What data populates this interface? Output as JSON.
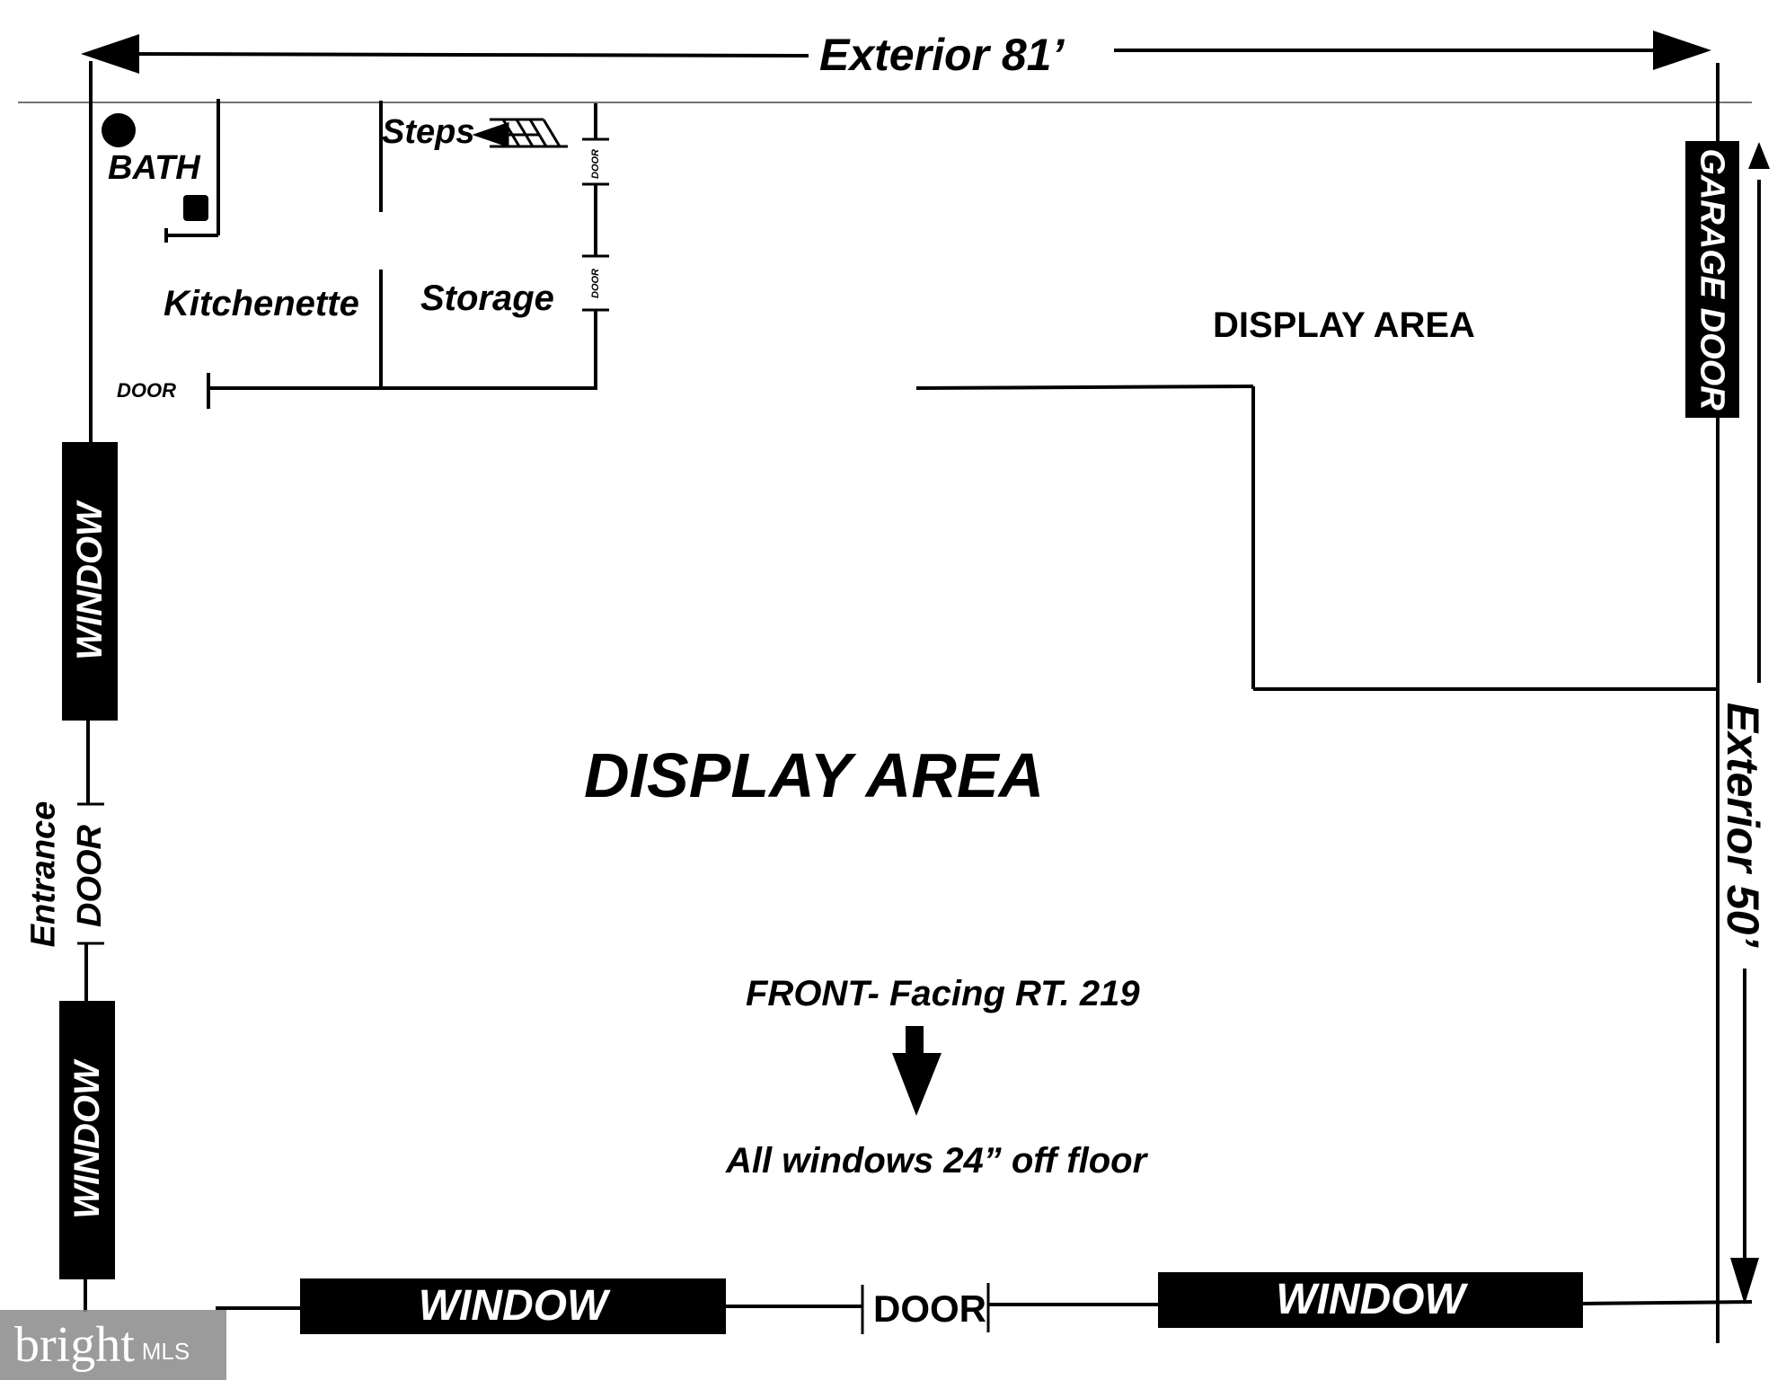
{
  "dimensions": {
    "top": "Exterior 81’",
    "side": "Exterior 50’"
  },
  "rooms": {
    "bath": "BATH",
    "steps": "Steps",
    "kitchenette": "Kitchenette",
    "storage": "Storage",
    "display_upper": "DISPLAY AREA",
    "display_main": "DISPLAY AREA"
  },
  "doors": {
    "kitchen_door": "DOOR",
    "storage_door_top": "DOOR",
    "storage_door_bottom": "DOOR",
    "entrance_label": "Entrance",
    "entrance_door": "DOOR",
    "front_door": "DOOR",
    "garage_door": "GARAGE DOOR"
  },
  "windows": {
    "left_upper": "WINDOW",
    "left_lower": "WINDOW",
    "bottom_left": "WINDOW",
    "bottom_right": "WINDOW"
  },
  "notes": {
    "front": "FRONT- Facing RT. 219",
    "windows_note": "All windows 24” off floor"
  },
  "watermark": {
    "brand": "bright",
    "suffix": "MLS"
  }
}
